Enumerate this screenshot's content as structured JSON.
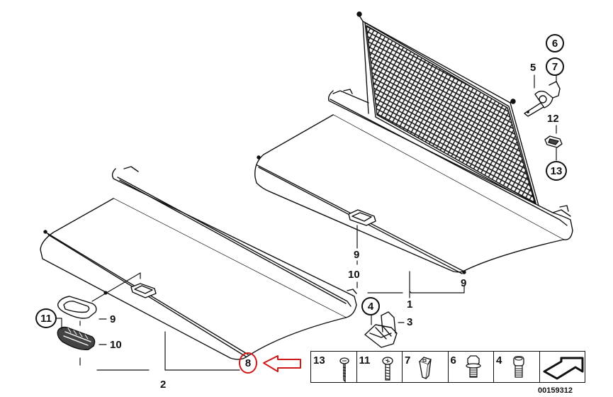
{
  "diagram": {
    "type": "exploded parts diagram",
    "subject": "luggage compartment roller cover with partition net",
    "callouts": {
      "part_1": "1",
      "part_2": "2",
      "part_3": "3",
      "part_4": "4",
      "part_5": "5",
      "part_6": "6",
      "part_7": "7",
      "part_8": "8",
      "part_9_left": "9",
      "part_9_center": "9",
      "part_9_right": "9",
      "part_10_left": "10",
      "part_10_center": "10",
      "part_11": "11",
      "part_12": "12",
      "part_13": "13"
    },
    "highlight": {
      "part": "8",
      "circle_color": "#d01818",
      "arrow_color": "#d01818"
    }
  },
  "legend": {
    "cells": [
      {
        "num": "13",
        "icon": "pan-head-tapping-screw-icon"
      },
      {
        "num": "11",
        "icon": "phillips-screw-icon"
      },
      {
        "num": "7",
        "icon": "expanding-nut-icon"
      },
      {
        "num": "6",
        "icon": "hex-flange-bolt-icon"
      },
      {
        "num": "4",
        "icon": "socket-head-bolt-icon"
      },
      {
        "num": "",
        "icon": "arrow-symbol-icon"
      }
    ]
  },
  "doc_id": "00159312"
}
